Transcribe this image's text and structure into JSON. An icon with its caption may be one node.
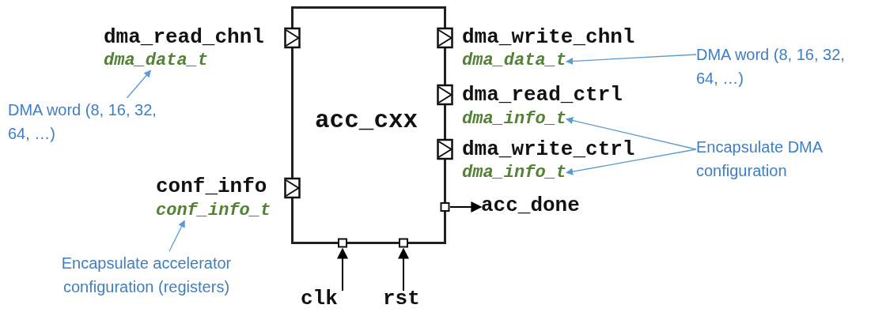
{
  "diagram": {
    "nodes": [
      {
        "text": [
          "acc_cxx"
        ]
      },
      {
        "text": [
          "dma_data_t"
        ]
      },
      {
        "text": [
          "conf_info_t"
        ]
      },
      {
        "text": [
          "dma_data_t"
        ]
      },
      {
        "text": [
          "dma_info_t"
        ]
      },
      {
        "text": [
          "dma_info_t"
        ]
      },
      {
        "text": [
          "acc_done"
        ]
      },
      {
        "text": [
          "clk"
        ]
      },
      {
        "text": [
          "rst"
        ]
      },
      {
        "text": [
          "DMA word (8, 16, 32, 64, …)"
        ]
      },
      {
        "text": [
          "Encapsulate accelerator configuration (registers)"
        ]
      },
      {
        "text": [
          "DMA word (8, 16, 32, 64, …)"
        ]
      },
      {
        "text": [
          "Encapsulate DMA configuration"
        ]
      }
    ],
    "edges": [
      {
        "from": 0,
        "to": 6,
        "arrow": "to",
        "color": "#000000"
      },
      {
        "from": 7,
        "to": 0,
        "arrow": "to",
        "color": "#000000"
      },
      {
        "from": 8,
        "to": 0,
        "arrow": "to",
        "color": "#000000"
      },
      {
        "from": 9,
        "to": 1,
        "arrow": "to"
      },
      {
        "from": 10,
        "to": 2,
        "arrow": "to"
      },
      {
        "from": 11,
        "to": 3,
        "arrow": "to"
      },
      {
        "from": 12,
        "to": 4,
        "arrow": "to"
      },
      {
        "from": 12,
        "to": 5,
        "arrow": "to"
      }
    ],
    "labels": [
      "dma_read_chnl",
      "dma_write_chnl",
      "dma_read_ctrl",
      "dma_write_ctrl",
      "conf_info"
    ]
  }
}
